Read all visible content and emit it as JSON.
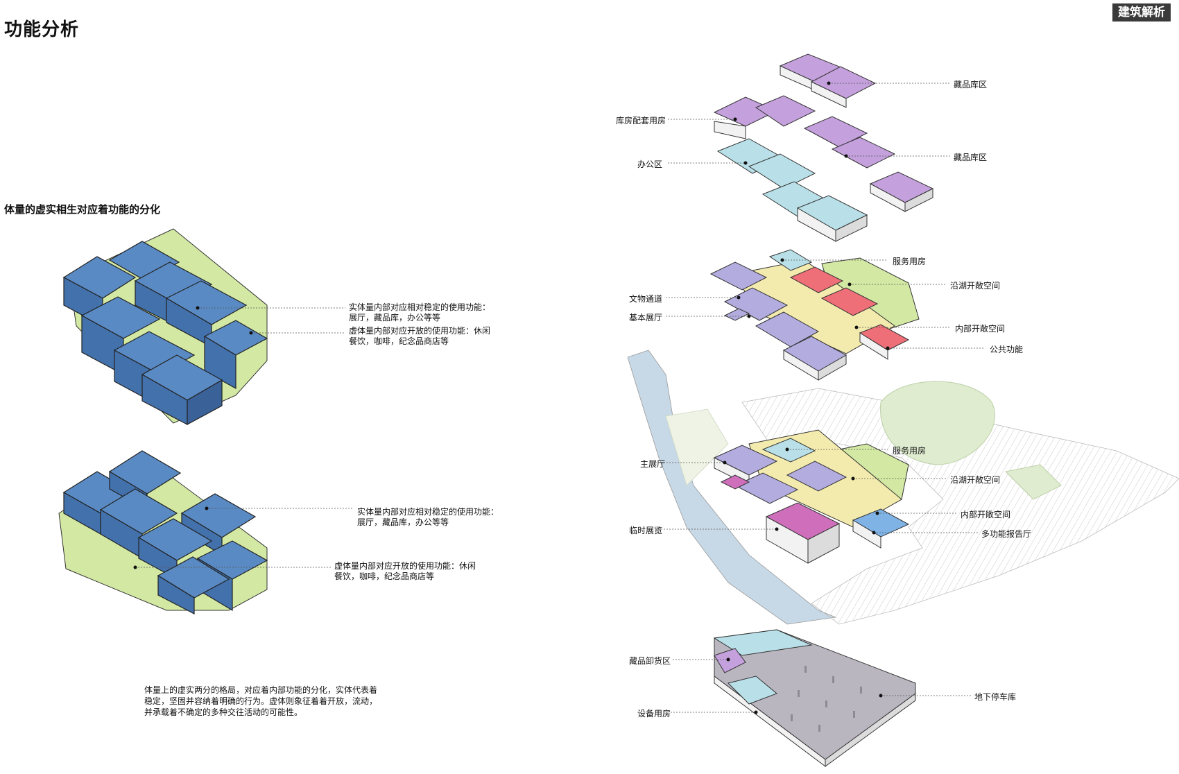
{
  "header": {
    "title": "功能分析",
    "badge": "建筑解析",
    "subtitle": "体量的虚实相生对应着功能的分化"
  },
  "diagram_top": {
    "note_solid": [
      "实体量内部对应相对稳定的使用功能：",
      "展厅，藏品库，办公等等"
    ],
    "note_void": [
      "虚体量内部对应开放的使用功能：休闲",
      "餐饮，咖啡，纪念品商店等"
    ]
  },
  "diagram_bottom": {
    "note_solid": [
      "实体量内部对应相对稳定的使用功能：",
      "展厅，藏品库，办公等等"
    ],
    "note_void": [
      "虚体量内部对应开放的使用功能：休闲",
      "餐饮，咖啡，纪念品商店等"
    ]
  },
  "description": [
    "体量上的虚实两分的格局，对应着内部功能的分化，实体代表着",
    "稳定，坚固并容纳着明确的行为。虚体则象征着着开放，流动，",
    "并承载着不确定的多种交往活动的可能性。"
  ],
  "labels": {
    "level3": {
      "storage_1": "藏品库区",
      "support": "库房配套用房",
      "office": "办公区",
      "storage_2": "藏品库区"
    },
    "level2": {
      "service": "服务用房",
      "lake_open": "沿湖开敞空间",
      "corridor": "文物通道",
      "basic_hall": "基本展厅",
      "inner_open": "内部开敞空间",
      "public": "公共功能"
    },
    "level1": {
      "service": "服务用房",
      "main_hall": "主展厅",
      "lake_open": "沿湖开敞空间",
      "inner_open": "内部开敞空间",
      "temp": "临时展览",
      "auditorium": "多功能报告厅"
    },
    "basement": {
      "unloading": "藏品卸货区",
      "parking": "地下停车库",
      "equipment": "设备用房"
    }
  },
  "colors": {
    "solid_blue": "#4a7ab5",
    "void_green": "#d2e8a3",
    "storage_purple": "#b98fd0",
    "office_cyan": "#b9e0e8",
    "exhibit_lavender": "#b3acdf",
    "open_yellow": "#f3ebae",
    "public_red": "#ee6f78",
    "temp_magenta": "#cf6fbc",
    "auditorium_blue": "#7fb3e6",
    "water_blue": "#c7d8e6",
    "parking_grey": "#b9b6c0"
  }
}
